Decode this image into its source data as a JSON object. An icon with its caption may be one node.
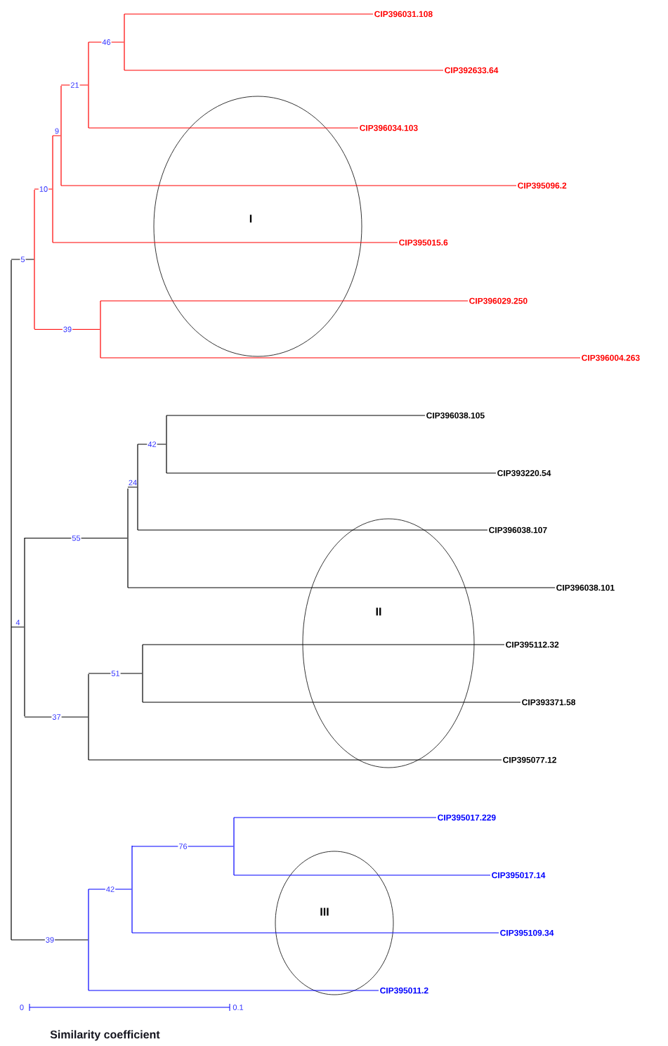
{
  "diagram": {
    "nodes": [
      {
        "text": [],
        "shape": "bar"
      },
      {
        "text": [],
        "shape": "bar"
      },
      {
        "text": [],
        "shape": "bar"
      },
      {
        "text": [],
        "shape": "bar"
      },
      {
        "text": [],
        "shape": "bar"
      },
      {
        "text": [],
        "shape": "bar"
      },
      {
        "text": [
          "CIP396031.108"
        ]
      },
      {
        "text": [
          "CIP392633.64"
        ]
      },
      {
        "text": [
          "CIP396034.103"
        ]
      },
      {
        "text": [
          "CIP395096.2"
        ]
      },
      {
        "text": [
          "CIP395015.6"
        ]
      },
      {
        "text": [],
        "shape": "bar"
      },
      {
        "text": [
          "CIP396029.250"
        ]
      },
      {
        "text": [
          "CIP396004.263"
        ]
      },
      {
        "text": [],
        "shape": "bar"
      },
      {
        "text": [],
        "shape": "bar"
      },
      {
        "text": [],
        "shape": "bar"
      },
      {
        "text": [],
        "shape": "bar"
      },
      {
        "text": [
          "CIP396038.105"
        ]
      },
      {
        "text": [
          "CIP393220.54"
        ]
      },
      {
        "text": [
          "CIP396038.107"
        ]
      },
      {
        "text": [
          "CIP396038.101"
        ]
      },
      {
        "text": [],
        "shape": "bar"
      },
      {
        "text": [],
        "shape": "bar"
      },
      {
        "text": [
          "CIP395112.32"
        ]
      },
      {
        "text": [
          "CIP393371.58"
        ]
      },
      {
        "text": [
          "CIP395077.12"
        ]
      },
      {
        "text": [],
        "shape": "bar"
      },
      {
        "text": [],
        "shape": "bar"
      },
      {
        "text": [],
        "shape": "bar"
      },
      {
        "text": [
          "CIP395017.229"
        ]
      },
      {
        "text": [
          "CIP395017.14"
        ]
      },
      {
        "text": [
          "CIP395109.34"
        ]
      },
      {
        "text": [
          "CIP395011.2"
        ]
      }
    ],
    "edges": [
      {
        "from": 0,
        "to": 1,
        "arrow": "none",
        "label": "5",
        "color": "#000000"
      },
      {
        "from": 0,
        "to": 14,
        "arrow": "none",
        "label": "4",
        "color": "#000000"
      },
      {
        "from": 0,
        "to": 27,
        "arrow": "none",
        "label": "39",
        "color": "#000000"
      },
      {
        "from": 1,
        "to": 2,
        "arrow": "none",
        "label": "10",
        "color": "#ff0000"
      },
      {
        "from": 1,
        "to": 11,
        "arrow": "none",
        "label": "39",
        "color": "#ff0000"
      },
      {
        "from": 2,
        "to": 3,
        "arrow": "none",
        "label": "9",
        "color": "#ff0000"
      },
      {
        "from": 2,
        "to": 10,
        "arrow": "none",
        "color": "#ff0000"
      },
      {
        "from": 3,
        "to": 4,
        "arrow": "none",
        "label": "21",
        "color": "#ff0000"
      },
      {
        "from": 3,
        "to": 9,
        "arrow": "none",
        "color": "#ff0000"
      },
      {
        "from": 4,
        "to": 5,
        "arrow": "none",
        "label": "46",
        "color": "#ff0000"
      },
      {
        "from": 4,
        "to": 8,
        "arrow": "none",
        "color": "#ff0000"
      },
      {
        "from": 5,
        "to": 6,
        "arrow": "none",
        "color": "#ff0000"
      },
      {
        "from": 5,
        "to": 7,
        "arrow": "none",
        "color": "#ff0000"
      },
      {
        "from": 11,
        "to": 12,
        "arrow": "none",
        "color": "#ff0000"
      },
      {
        "from": 11,
        "to": 13,
        "arrow": "none",
        "color": "#ff0000"
      },
      {
        "from": 14,
        "to": 15,
        "arrow": "none",
        "label": "55",
        "color": "#000000"
      },
      {
        "from": 14,
        "to": 22,
        "arrow": "none",
        "label": "37",
        "color": "#000000"
      },
      {
        "from": 15,
        "to": 16,
        "arrow": "none",
        "label": "24",
        "color": "#000000"
      },
      {
        "from": 15,
        "to": 21,
        "arrow": "none",
        "color": "#000000"
      },
      {
        "from": 16,
        "to": 17,
        "arrow": "none",
        "label": "42",
        "color": "#000000"
      },
      {
        "from": 16,
        "to": 20,
        "arrow": "none",
        "color": "#000000"
      },
      {
        "from": 17,
        "to": 18,
        "arrow": "none",
        "color": "#000000"
      },
      {
        "from": 17,
        "to": 19,
        "arrow": "none",
        "color": "#000000"
      },
      {
        "from": 22,
        "to": 23,
        "arrow": "none",
        "label": "51",
        "color": "#000000"
      },
      {
        "from": 22,
        "to": 26,
        "arrow": "none",
        "color": "#000000"
      },
      {
        "from": 23,
        "to": 24,
        "arrow": "none",
        "color": "#000000"
      },
      {
        "from": 23,
        "to": 25,
        "arrow": "none",
        "color": "#000000"
      },
      {
        "from": 27,
        "to": 28,
        "arrow": "none",
        "label": "42",
        "color": "#0000ff"
      },
      {
        "from": 27,
        "to": 33,
        "arrow": "none",
        "color": "#0000ff"
      },
      {
        "from": 28,
        "to": 29,
        "arrow": "none",
        "label": "76",
        "color": "#0000ff"
      },
      {
        "from": 28,
        "to": 32,
        "arrow": "none",
        "color": "#0000ff"
      },
      {
        "from": 29,
        "to": 30,
        "arrow": "none",
        "color": "#0000ff"
      },
      {
        "from": 29,
        "to": 31,
        "arrow": "none",
        "color": "#0000ff"
      }
    ],
    "labels": [
      "I",
      "II",
      "III",
      "0",
      "0.1",
      "Similarity coefficient"
    ]
  }
}
